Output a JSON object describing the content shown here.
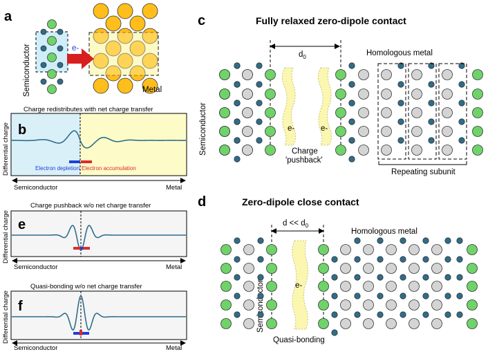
{
  "colors": {
    "green_atom": "#6fd36a",
    "blue_atom": "#2e6d8c",
    "gray_atom": "#d4d4d4",
    "gold_atom": "#ffbe1c",
    "wave": "#2e6d8c",
    "blue_bg": "#d9f0f8",
    "yellow_bg": "#fdfbc8",
    "depletion": "#1f3fd6",
    "accumulation": "#e02a2a",
    "arrow_red": "#d81e1e",
    "electron_cloud": "#fbf6b0"
  },
  "panel_a": {
    "label": "a",
    "semiconductor": "Semiconductor",
    "metal": "Metal",
    "electron": "e-"
  },
  "panel_b": {
    "label": "b",
    "title": "Charge redistributes with net charge transfer",
    "ylabel": "Differential charge",
    "depletion": "Electron depletion",
    "accumulation": "Electron accumulation",
    "x_left": "Semiconductor",
    "x_right": "Metal"
  },
  "panel_e": {
    "label": "e",
    "title": "Charge pushback w/o net charge transfer",
    "ylabel": "Differential charge",
    "x_left": "Semiconductor",
    "x_right": "Metal"
  },
  "panel_f": {
    "label": "f",
    "title": "Quasi-bonding w/o net charge transfer",
    "ylabel": "Differential charge",
    "x_left": "Semiconductor",
    "x_right": "Metal"
  },
  "panel_c": {
    "label": "c",
    "title": "Fully relaxed zero-dipole contact",
    "distance": "d",
    "distance_sub": "0",
    "metal": "Homologous metal",
    "semiconductor": "Semiconductor",
    "electron": "e-",
    "charge_line1": "Charge",
    "charge_line2": "'pushback'",
    "repeating": "Repeating subunit"
  },
  "panel_d": {
    "label": "d",
    "title": "Zero-dipole close contact",
    "distance": "d << d",
    "distance_sub": "0",
    "metal": "Homologous metal",
    "semiconductor": "Semiconductor",
    "electron": "e-",
    "bonding": "Quasi-bonding"
  }
}
